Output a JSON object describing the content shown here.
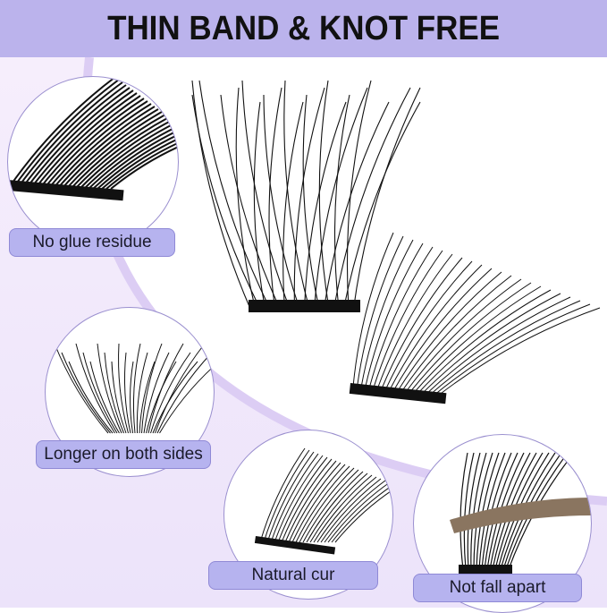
{
  "header": {
    "title": "THIN BAND & KNOT FREE"
  },
  "features": [
    {
      "label": "No glue residue"
    },
    {
      "label": "Longer on both sides"
    },
    {
      "label": "Natural cur"
    },
    {
      "label": "Not fall apart"
    }
  ],
  "colors": {
    "header_bg": "#bbb3ec",
    "label_bg": "#b6b3ef",
    "background_tint": "#efe7fb"
  }
}
